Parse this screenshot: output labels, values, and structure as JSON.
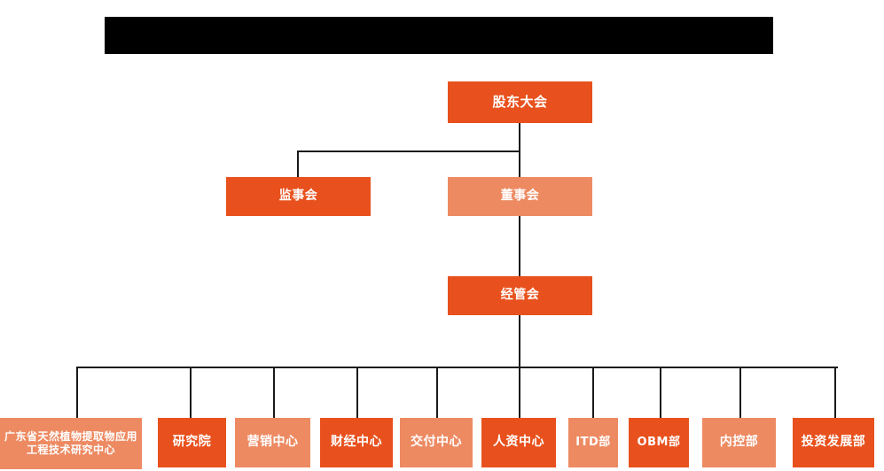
{
  "chart": {
    "type": "org-chart",
    "title_bar": {
      "label": "",
      "color": "#000000"
    },
    "background": "#ffffff",
    "colors": {
      "primary": "#E8511D",
      "secondary": "#ED8A62",
      "connector": "#1a1a1a",
      "text": "#ffffff"
    },
    "levels": [
      {
        "level": 1,
        "nodes": [
          {
            "id": "shareholders",
            "label": "股东大会",
            "style": "primary"
          }
        ]
      },
      {
        "level": 2,
        "nodes": [
          {
            "id": "supervisory-board",
            "label": "监事会",
            "style": "primary"
          },
          {
            "id": "board-of-directors",
            "label": "董事会",
            "style": "secondary"
          }
        ]
      },
      {
        "level": 3,
        "nodes": [
          {
            "id": "management-committee",
            "label": "经管会",
            "style": "primary"
          }
        ]
      },
      {
        "level": 4,
        "nodes": [
          {
            "id": "engineering-research-center",
            "label": "广东省天然植物提取物应用工程技术研究中心",
            "style": "secondary"
          },
          {
            "id": "research-institute",
            "label": "研究院",
            "style": "primary"
          },
          {
            "id": "marketing-center",
            "label": "营销中心",
            "style": "secondary"
          },
          {
            "id": "finance-center",
            "label": "财经中心",
            "style": "primary"
          },
          {
            "id": "delivery-center",
            "label": "交付中心",
            "style": "secondary"
          },
          {
            "id": "hr-center",
            "label": "人资中心",
            "style": "primary"
          },
          {
            "id": "itd-department",
            "label": "ITD部",
            "style": "secondary"
          },
          {
            "id": "obm-department",
            "label": "OBM部",
            "style": "primary"
          },
          {
            "id": "internal-control-department",
            "label": "内控部",
            "style": "secondary"
          },
          {
            "id": "investment-development-department",
            "label": "投资发展部",
            "style": "primary"
          }
        ]
      }
    ]
  }
}
